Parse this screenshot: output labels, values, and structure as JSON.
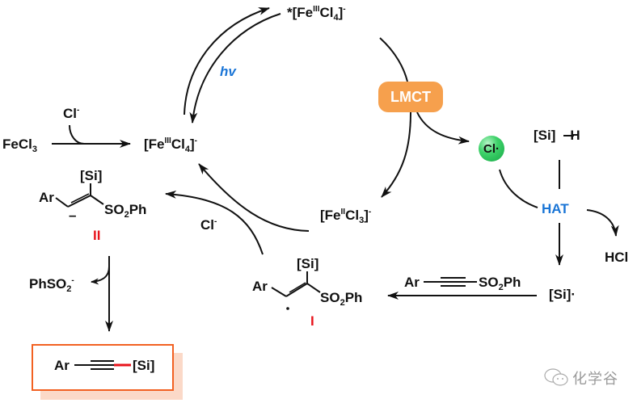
{
  "diagram": {
    "title": "Fe-LMCT catalytic cycle for alkynyl silane synthesis",
    "species": {
      "excited_fe": {
        "prefix": "*[Fe",
        "ox": "III",
        "mid": "Cl",
        "sub": "4",
        "suffix": "]",
        "charge": "-"
      },
      "fe3": {
        "prefix": "[Fe",
        "ox": "III",
        "mid": "Cl",
        "sub": "4",
        "suffix": "]",
        "charge": "-"
      },
      "fe2": {
        "prefix": "[Fe",
        "ox": "II",
        "mid": "Cl",
        "sub": "3",
        "suffix": "]",
        "charge": "-"
      },
      "fecl3": {
        "main": "FeCl",
        "sub": "3"
      },
      "chloride_top": {
        "main": "Cl",
        "charge": "-"
      },
      "chloride_mid": {
        "main": "Cl",
        "charge": "-"
      },
      "cl_radical": "Cl·",
      "si_h": "[Si]—H",
      "si_radical": "[Si]·",
      "hcl": "HCl",
      "phso2": {
        "main": "PhSO",
        "sub": "2",
        "charge": "-"
      },
      "alkyne_reagent": {
        "ar": "Ar",
        "sulfonyl": "SO",
        "sub": "2",
        "ph": "Ph"
      },
      "intermediate_I": {
        "si": "[Si]",
        "ar": "Ar",
        "sulfonyl": "SO",
        "sub": "2",
        "ph": "Ph",
        "label": "I"
      },
      "intermediate_II": {
        "si": "[Si]",
        "ar": "Ar",
        "sulfonyl": "SO",
        "sub": "2",
        "ph": "Ph",
        "label": "II",
        "charge": "–"
      },
      "product": {
        "ar": "Ar",
        "si": "[Si]"
      }
    },
    "process_labels": {
      "hv": "hv",
      "lmct": "LMCT",
      "hat": "HAT"
    },
    "colors": {
      "lmct_fill": "#f6a04d",
      "hat_text": "#1a75d6",
      "hv_text": "#1a75d6",
      "intermediate_label": "#e8131b",
      "product_border": "#f26122",
      "product_shadow": "#fbd9c8",
      "new_bond": "#e8131b",
      "cl_radical_ball": "#3fd26a"
    },
    "watermark": "化学谷"
  }
}
